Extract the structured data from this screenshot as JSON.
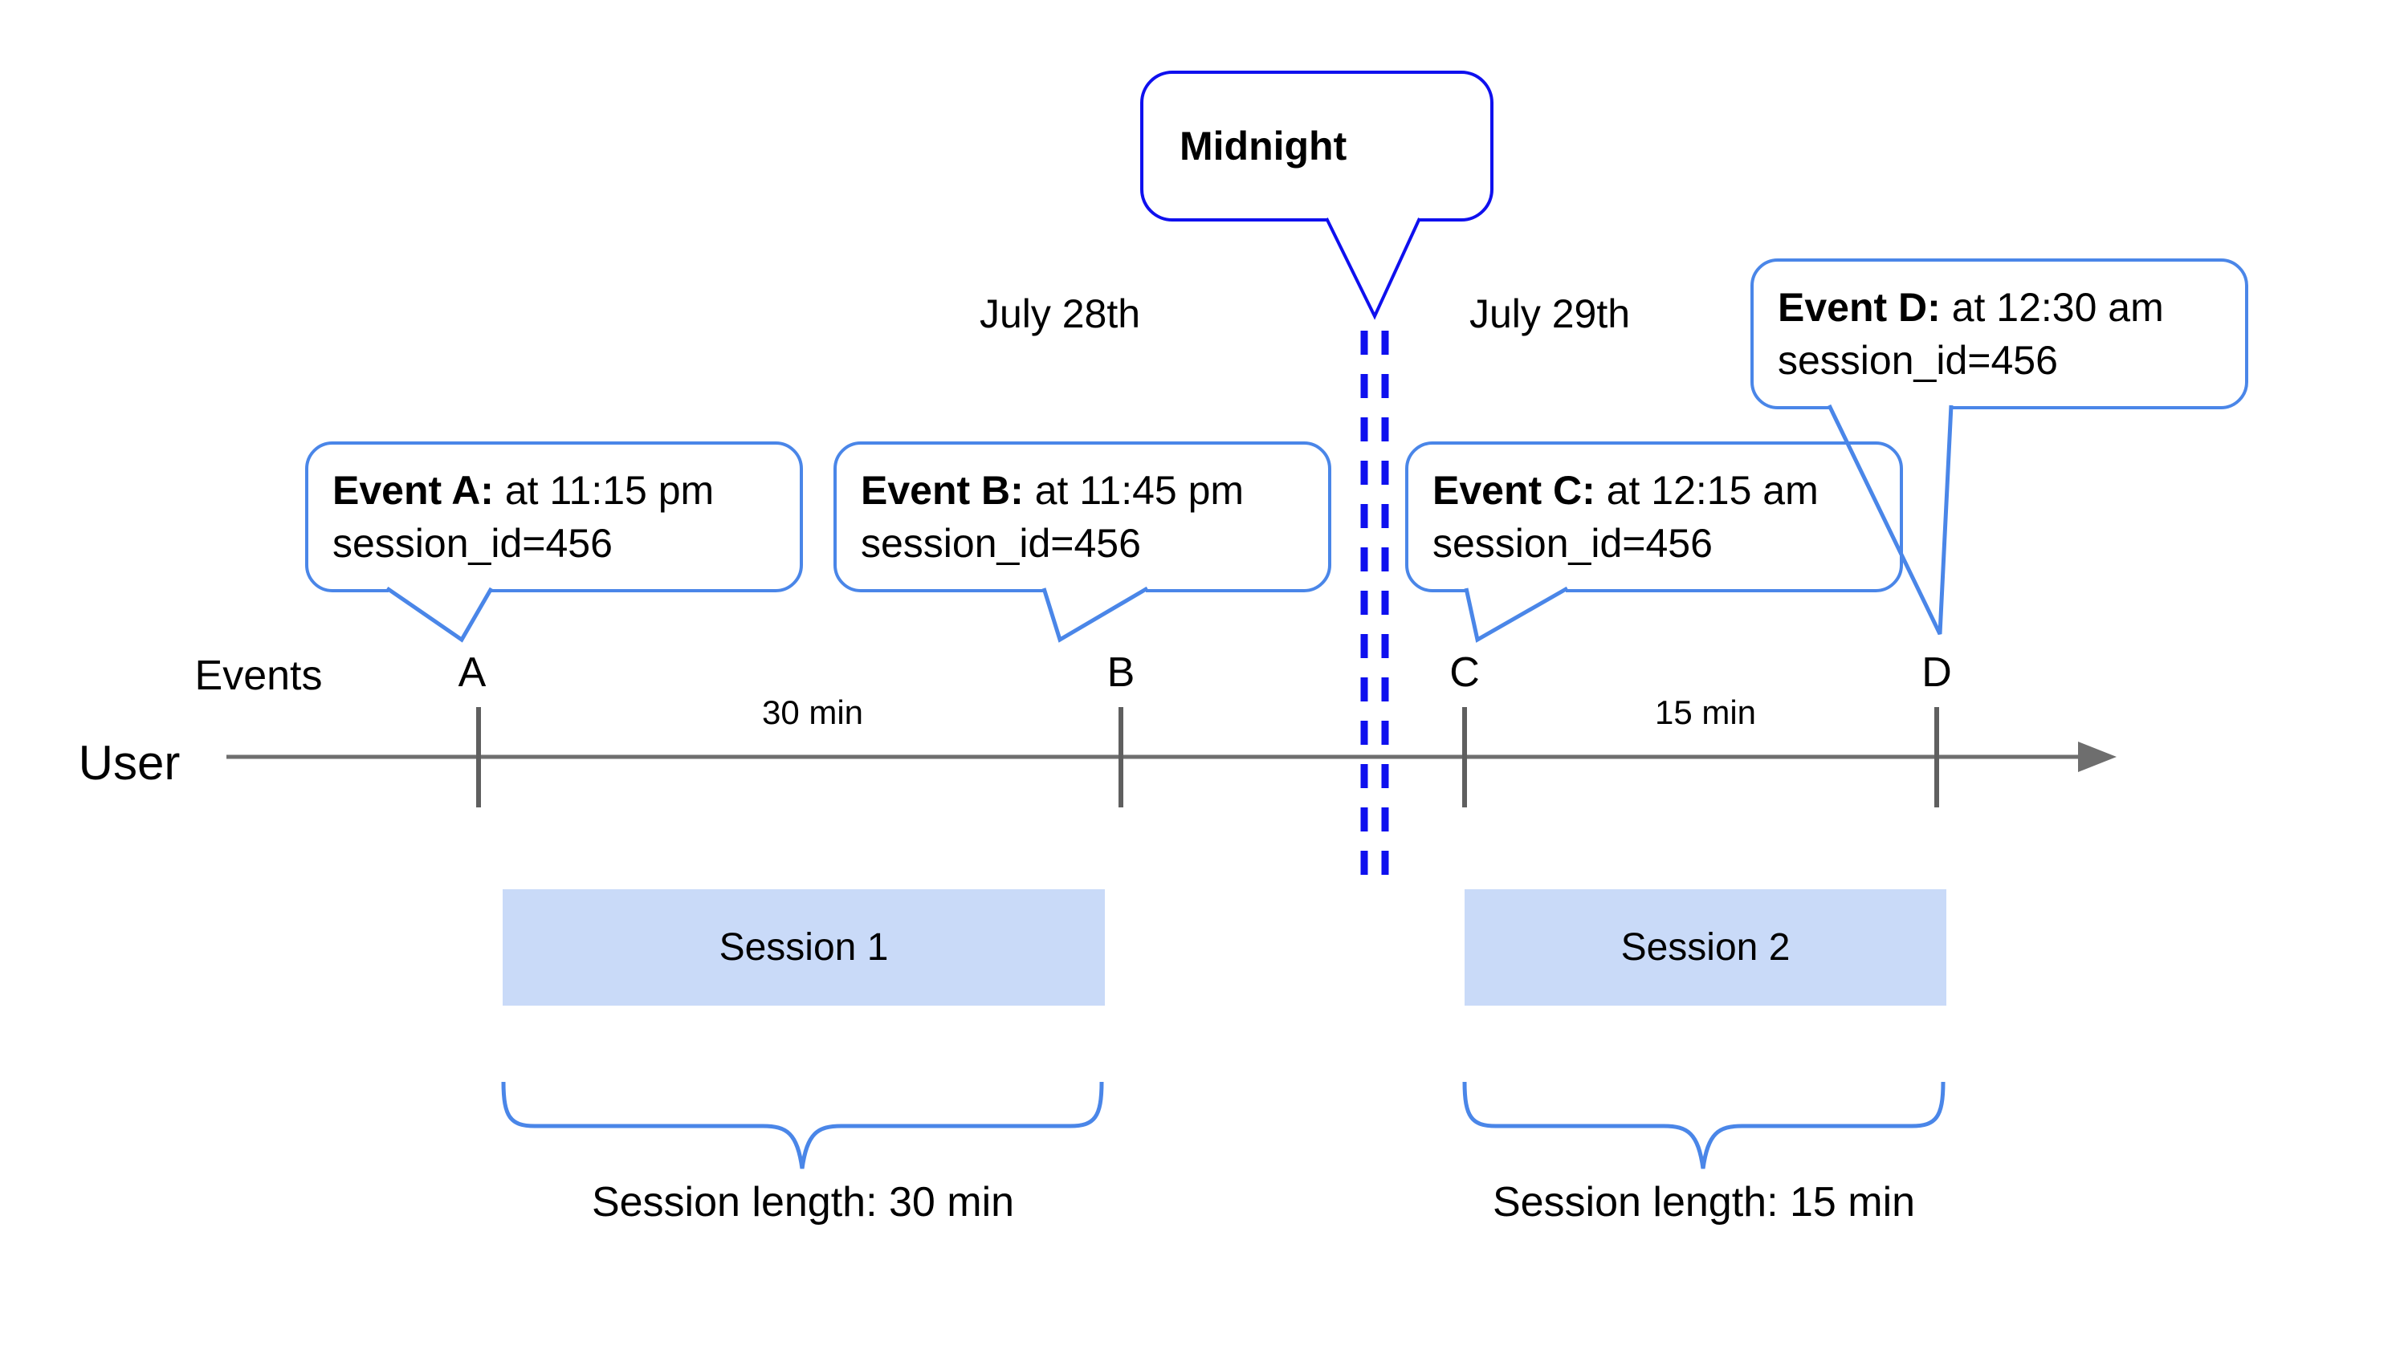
{
  "callouts": {
    "midnight": "Midnight",
    "events": [
      {
        "marker": "A",
        "title": "Event A:",
        "time": " at 11:15 pm",
        "session": "session_id=456"
      },
      {
        "marker": "B",
        "title": "Event B:",
        "time": " at 11:45 pm",
        "session": "session_id=456"
      },
      {
        "marker": "C",
        "title": "Event C:",
        "time": " at 12:15 am",
        "session": "session_id=456"
      },
      {
        "marker": "D",
        "title": "Event D:",
        "time": " at 12:30 am",
        "session": "session_id=456"
      }
    ]
  },
  "dates": {
    "before_midnight": "July 28th",
    "after_midnight": "July 29th"
  },
  "axis": {
    "events_row_label": "Events",
    "user_row_label": "User",
    "gap_labels": [
      {
        "label": "30 min"
      },
      {
        "label": "15 min"
      }
    ]
  },
  "sessions": [
    {
      "name": "Session 1",
      "length": "Session length: 30 min"
    },
    {
      "name": "Session 2",
      "length": "Session length: 15 min"
    }
  ],
  "colors": {
    "midnight_blue": "#0f10ee",
    "callout_blue": "#4a86e8",
    "session_fill": "#c9daf8",
    "axis_gray": "#6e6e6e",
    "tick_gray": "#5f5f5f",
    "text": "#000000"
  }
}
